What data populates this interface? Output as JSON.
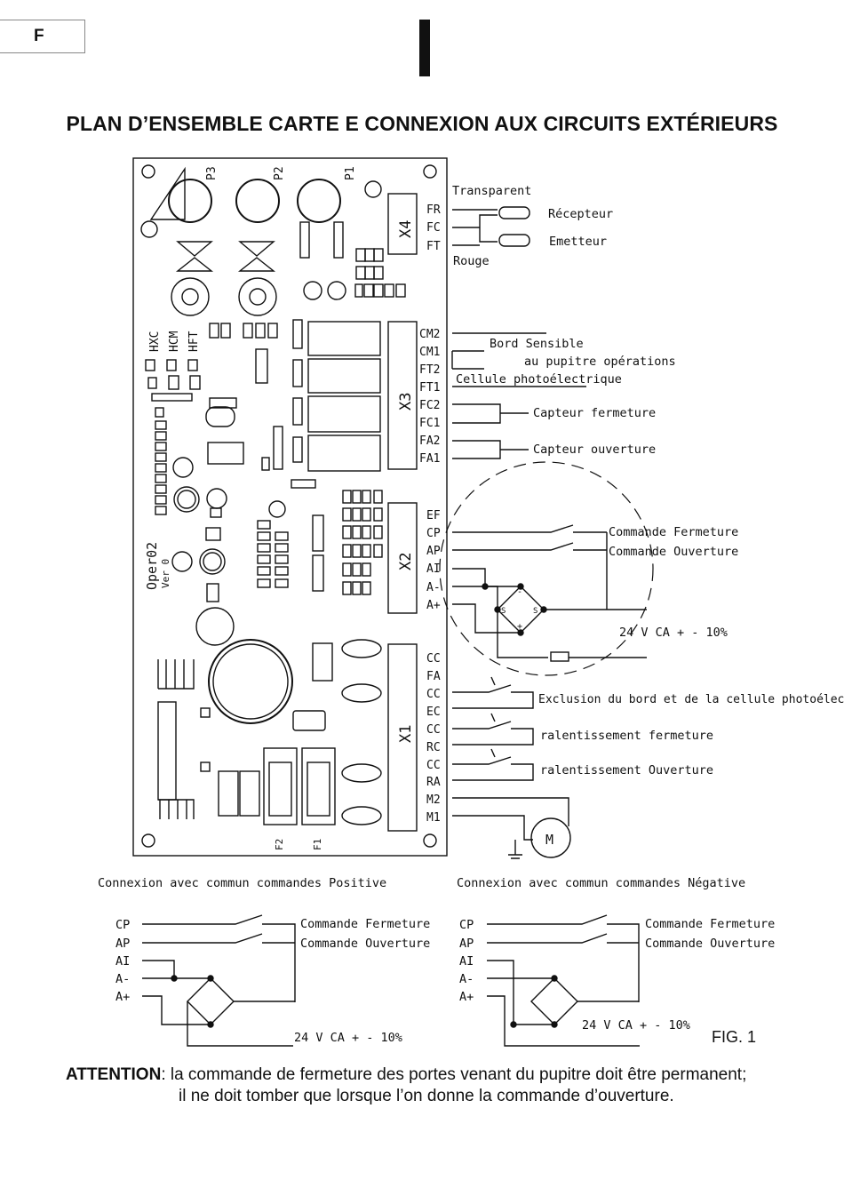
{
  "header": {
    "lang_code": "F"
  },
  "title": "PLAN D’ENSEMBLE CARTE E CONNEXION AUX CIRCUITS EXTÉRIEURS",
  "board": {
    "pots": [
      "P3",
      "P2",
      "P1"
    ],
    "leds": [
      "HXC",
      "HCM",
      "HFT"
    ],
    "fuses": [
      "F2",
      "F1"
    ],
    "model": "Oper02",
    "version": "Ver 0",
    "motor_symbol": "M"
  },
  "connectors": {
    "X4": {
      "name": "X4",
      "pins": [
        "FR",
        "FC",
        "FT"
      ]
    },
    "X3": {
      "name": "X3",
      "pins": [
        "CM2",
        "CM1",
        "FT2",
        "FT1",
        "FC2",
        "FC1",
        "FA2",
        "FA1"
      ]
    },
    "X2": {
      "name": "X2",
      "pins": [
        "EF",
        "CP",
        "AP",
        "AI",
        "A-",
        "A+"
      ]
    },
    "X1": {
      "name": "X1",
      "pins": [
        "CC",
        "FA",
        "CC",
        "EC",
        "CC",
        "RC",
        "CC",
        "RA",
        "M2",
        "M1"
      ]
    }
  },
  "labels": {
    "transparent": "Transparent",
    "rouge": "Rouge",
    "recepteur": "Récepteur",
    "emetteur": "Emetteur",
    "bord_sensible": "Bord Sensible",
    "au_pupitre": "au pupitre opérations",
    "cellule": "Cellule photoélectrique",
    "capteur_fermeture": "Capteur fermeture",
    "capteur_ouverture": "Capteur ouverture",
    "cmd_fermeture": "Commande Fermeture",
    "cmd_ouverture": "Commande Ouverture",
    "supply": "24 V CA  + - 10%",
    "exclusion": "Exclusion du bord et de la cellule photoélectrique",
    "ral_fermeture": "ralentissement fermeture",
    "ral_ouverture": "ralentissement Ouverture"
  },
  "bridge": {
    "minus": "-",
    "plus": "+",
    "tilde": "S"
  },
  "schemes": {
    "positive": {
      "title": "Connexion avec commun commandes Positive",
      "pins": [
        "CP",
        "AP",
        "AI",
        "A-",
        "A+"
      ]
    },
    "negative": {
      "title": "Connexion avec commun commandes Négative",
      "pins": [
        "CP",
        "AP",
        "AI",
        "A-",
        "A+"
      ]
    }
  },
  "fig_label": "FIG. 1",
  "attention": {
    "bold": "ATTENTION",
    "line1": ": la commande de fermeture des portes venant du pupitre doit être permanent;",
    "line2": "il ne doit tomber que lorsque l’on donne la commande d’ouverture."
  }
}
